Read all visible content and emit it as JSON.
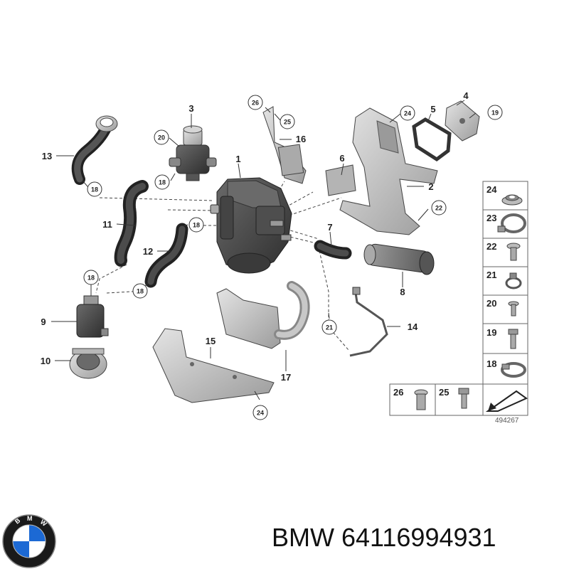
{
  "labels": {
    "l1": "1",
    "l2": "2",
    "l3": "3",
    "l4": "4",
    "l5": "5",
    "l6": "6",
    "l7": "7",
    "l8": "8",
    "l9": "9",
    "l10": "10",
    "l11": "11",
    "l12": "12",
    "l13": "13",
    "l14": "14",
    "l15": "15",
    "l16": "16",
    "l17": "17",
    "c18a": "18",
    "c18b": "18",
    "c18c": "18",
    "c18d": "18",
    "c18e": "18",
    "c19": "19",
    "c20": "20",
    "c21": "21",
    "c22": "22",
    "c24a": "24",
    "c24b": "24",
    "c25": "25",
    "c26": "26"
  },
  "legend": {
    "p24": "24",
    "p23": "23",
    "p22": "22",
    "p21": "21",
    "p20": "20",
    "p19": "19",
    "p18": "18",
    "p26": "26",
    "p25": "25"
  },
  "reference_number": "494267",
  "brand": "BMW 64116994931",
  "colors": {
    "part_dark": "#3c3c3c",
    "part_mid": "#8a8a8a",
    "part_light": "#c8c8c8",
    "bmw_blue": "#1c69d4",
    "bmw_ring": "#1a1a1a"
  }
}
